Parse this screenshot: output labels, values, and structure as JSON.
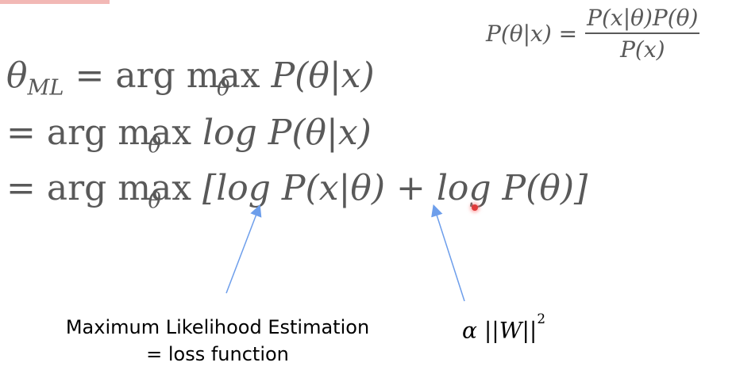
{
  "slide": {
    "bayes": {
      "lhs": "P(θ|x) =",
      "numerator": "P(x|θ)P(θ)",
      "denominator": "P(x)"
    },
    "line1": {
      "theta": "θ",
      "subscript": "ML",
      "equals": " = arg ",
      "max": "max",
      "under": "θ",
      "rest": " P(θ|x)"
    },
    "line2": {
      "equals": "= arg ",
      "max": "max",
      "under": "θ",
      "rest": " log P(θ|x)"
    },
    "line3": {
      "equals": "= arg ",
      "max": "max",
      "under": "θ",
      "rest": " [log P(x|θ) + log P(θ)]"
    },
    "mle_label_line1": "Maximum Likelihood Estimation",
    "mle_label_line2": "= loss function",
    "regularizer": {
      "alpha": "α",
      "norm": " ||W||",
      "power": "2"
    },
    "colors": {
      "math_text": "#595959",
      "arrow": "#6d9eeb",
      "accent_bar": "#f2b8b5",
      "pointer": "#e03a3a"
    }
  }
}
